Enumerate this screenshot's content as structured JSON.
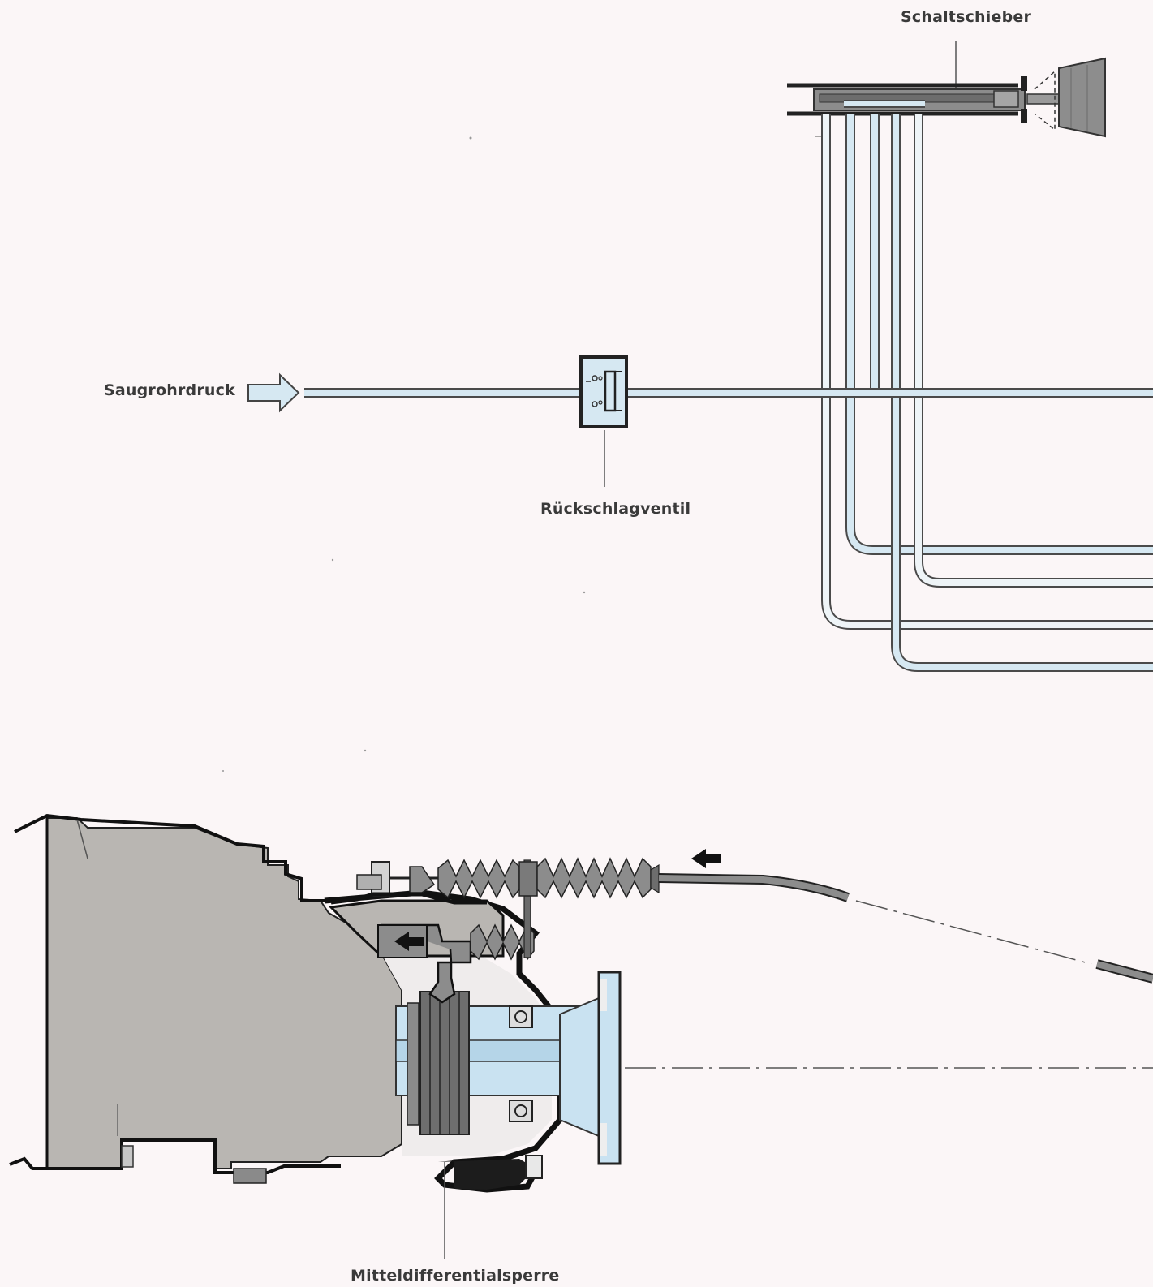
{
  "labels": {
    "schaltschieber": "Schaltschieber",
    "saugrohrdruck": "Saugrohrdruck",
    "rueckschlagventil": "Rückschlagventil",
    "mitteldifferentialsperre": "Mitteldifferentialsperre"
  },
  "colors": {
    "background": "#fbf6f7",
    "pipe_fill": "#d6e8f2",
    "pipe_outline": "#4a4a4a",
    "housing_gray": "#b9b6b2",
    "dark_metal": "#5b5b5b",
    "light_blue": "#c9e2f1"
  }
}
